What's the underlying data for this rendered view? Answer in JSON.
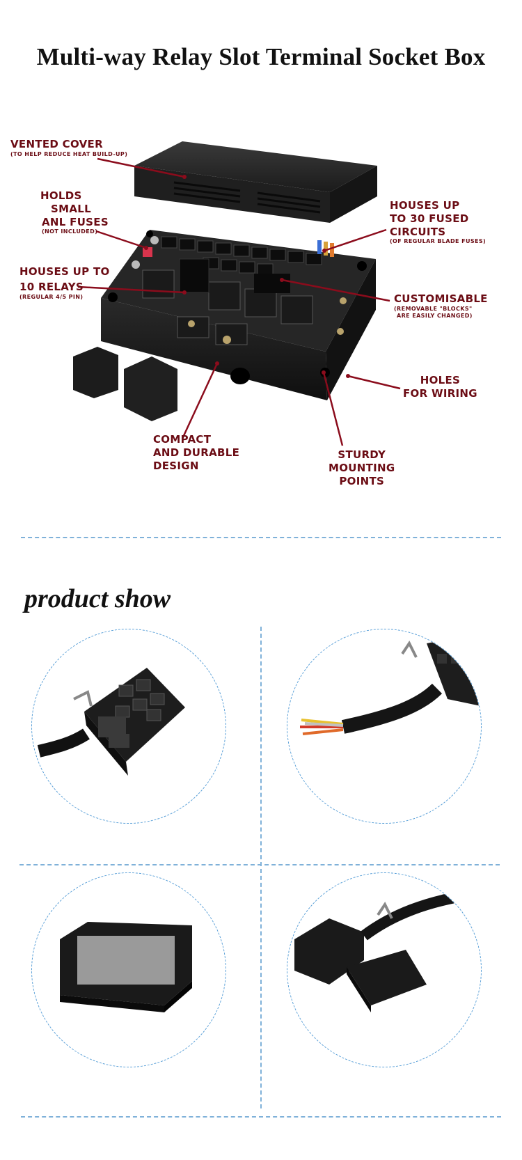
{
  "title": "Multi-way Relay Slot Terminal Socket Box",
  "callouts": {
    "vented_cover": {
      "main": "Vented Cover",
      "sub": "(To help reduce heat build-up)"
    },
    "holds": {
      "line1": "Holds",
      "line2": "small",
      "line3": "ANL fuses",
      "sub": "(not included)"
    },
    "relays": {
      "line1": "Houses up to",
      "line2": "10 relays",
      "sub": "(Regular 4/5 pin)"
    },
    "fused": {
      "line1": "Houses up",
      "line2": "to 30 fused",
      "line3": "circuits",
      "sub": "(of regular blade fuses)"
    },
    "customisable": {
      "main": "Customisable",
      "sub1": "(removable \"blocks\"",
      "sub2": "are easily changed)"
    },
    "holes": {
      "line1": "Holes",
      "line2": "for wiring"
    },
    "compact": {
      "line1": "Compact",
      "line2": "and durable",
      "line3": "design"
    },
    "sturdy": {
      "line1": "Sturdy",
      "line2": "mounting",
      "line3": "points"
    }
  },
  "section_title": "product show",
  "products": [
    {
      "icon": "open-relay-box-with-harness-photo"
    },
    {
      "icon": "wiring-harness-closeup-photo"
    },
    {
      "icon": "closed-lid-box-photo"
    },
    {
      "icon": "box-with-lid-and-harness-photo"
    }
  ],
  "colors": {
    "accent": "#6b0c14",
    "divider": "#7fb1d9",
    "plastic": "#1c1c1c"
  }
}
